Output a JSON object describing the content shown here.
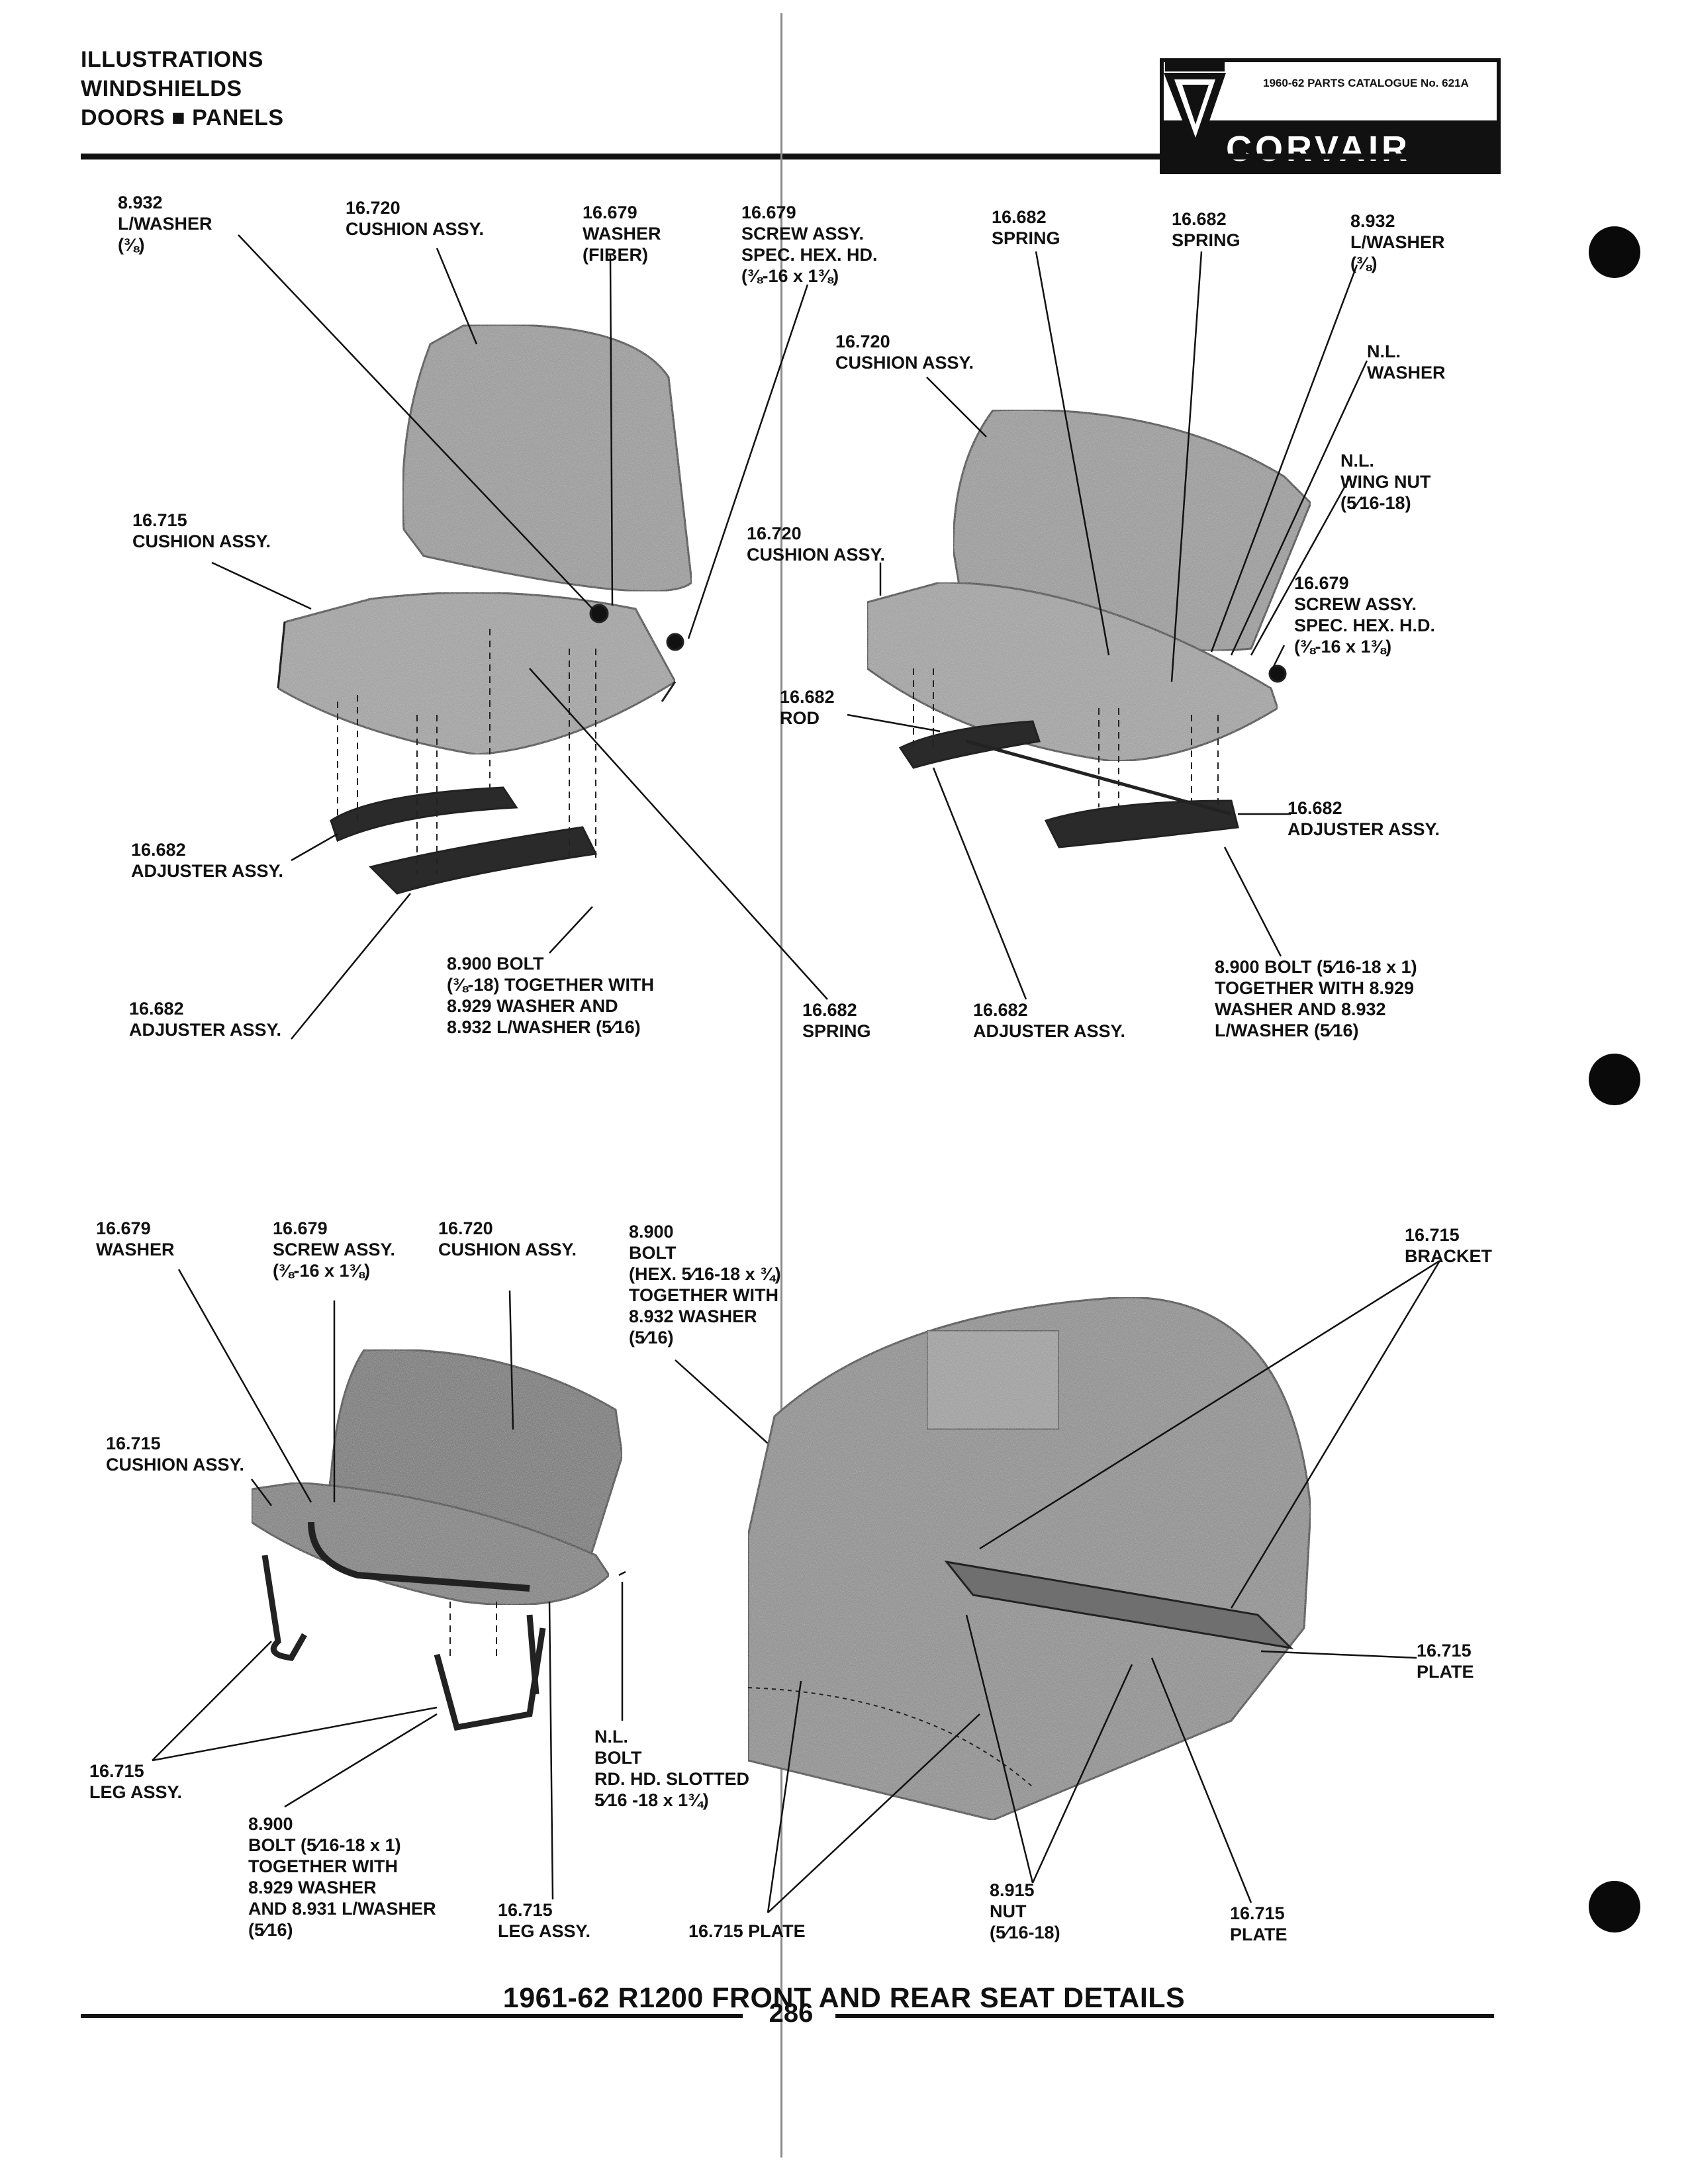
{
  "header": {
    "section_lines": [
      "ILLUSTRATIONS",
      "WINDSHIELDS",
      "DOORS ■ PANELS"
    ],
    "catalogue": "1960-62 PARTS CATALOGUE No. 621A",
    "brand": "CORVAIR"
  },
  "callouts": {
    "front_left_washer": [
      "8.932",
      "L/WASHER",
      "(⅜)"
    ],
    "front_left_back_cushion": [
      "16.720",
      "CUSHION ASSY."
    ],
    "front_left_fiber_washer": [
      "16.679",
      "WASHER",
      "(FIBER)"
    ],
    "front_left_screw": [
      "16.679",
      "SCREW ASSY.",
      "SPEC. HEX. HD.",
      "(⅜-16 x 1⅜)"
    ],
    "front_left_seat_cushion": [
      "16.715",
      "CUSHION ASSY."
    ],
    "front_left_adjuster_upper": [
      "16.682",
      "ADJUSTER ASSY."
    ],
    "front_left_adjuster_lower": [
      "16.682",
      "ADJUSTER ASSY."
    ],
    "front_left_bolt": [
      "8.900 BOLT",
      "(⅜-18) TOGETHER WITH",
      "8.929 WASHER AND",
      "8.932 L/WASHER (5⁄16)"
    ],
    "front_left_spring": [
      "16.682",
      "SPRING"
    ],
    "front_right_spring_a": [
      "16.682",
      "SPRING"
    ],
    "front_right_spring_b": [
      "16.682",
      "SPRING"
    ],
    "front_right_washer": [
      "8.932",
      "L/WASHER",
      "(⅜)"
    ],
    "front_right_back_cushion": [
      "16.720",
      "CUSHION ASSY."
    ],
    "front_right_nl_washer": [
      "N.L.",
      "WASHER"
    ],
    "front_right_wing_nut": [
      "N.L.",
      "WING NUT",
      "(5⁄16-18)"
    ],
    "front_right_seat_cushion": [
      "16.720",
      "CUSHION ASSY."
    ],
    "front_right_screw": [
      "16.679",
      "SCREW ASSY.",
      "SPEC. HEX. H.D.",
      "(⅜-16 x 1⅜)"
    ],
    "front_right_rod": [
      "16.682",
      "ROD"
    ],
    "front_right_adjuster_side": [
      "16.682",
      "ADJUSTER ASSY."
    ],
    "front_right_adjuster_bottom": [
      "16.682",
      "ADJUSTER ASSY."
    ],
    "front_right_bolt": [
      "8.900 BOLT (5⁄16-18 x 1)",
      "TOGETHER WITH 8.929",
      "WASHER AND 8.932",
      "L/WASHER (5⁄16)"
    ],
    "rear_washer": [
      "16.679",
      "WASHER"
    ],
    "rear_screw": [
      "16.679",
      "SCREW ASSY.",
      "(⅜-16 x 1⅜)"
    ],
    "rear_back_cushion": [
      "16.720",
      "CUSHION ASSY."
    ],
    "rear_bolt_hex": [
      "8.900",
      "BOLT",
      "(HEX. 5⁄16-18 x ¾)",
      "TOGETHER WITH",
      "8.932 WASHER",
      "(5⁄16)"
    ],
    "rear_seat_cushion": [
      "16.715",
      "CUSHION ASSY."
    ],
    "rear_leg_left": [
      "16.715",
      "LEG ASSY."
    ],
    "rear_bolt": [
      "8.900",
      "BOLT (5⁄16-18 x 1)",
      "TOGETHER WITH",
      "8.929 WASHER",
      "AND 8.931 L/WASHER",
      "(5⁄16)"
    ],
    "rear_nl_bolt": [
      "N.L.",
      "BOLT",
      "RD. HD. SLOTTED",
      "5⁄16 -18 x 1¾)"
    ],
    "rear_leg_right": [
      "16.715",
      "LEG ASSY."
    ],
    "floor_plate_left": [
      "16.715 PLATE"
    ],
    "floor_nut": [
      "8.915",
      "NUT",
      "(5⁄16-18)"
    ],
    "floor_plate_bottom": [
      "16.715",
      "PLATE"
    ],
    "floor_plate_right": [
      "16.715",
      "PLATE"
    ],
    "floor_bracket": [
      "16.715",
      "BRACKET"
    ]
  },
  "caption": "1961-62 R1200 FRONT AND REAR SEAT DETAILS",
  "page_number": "286"
}
